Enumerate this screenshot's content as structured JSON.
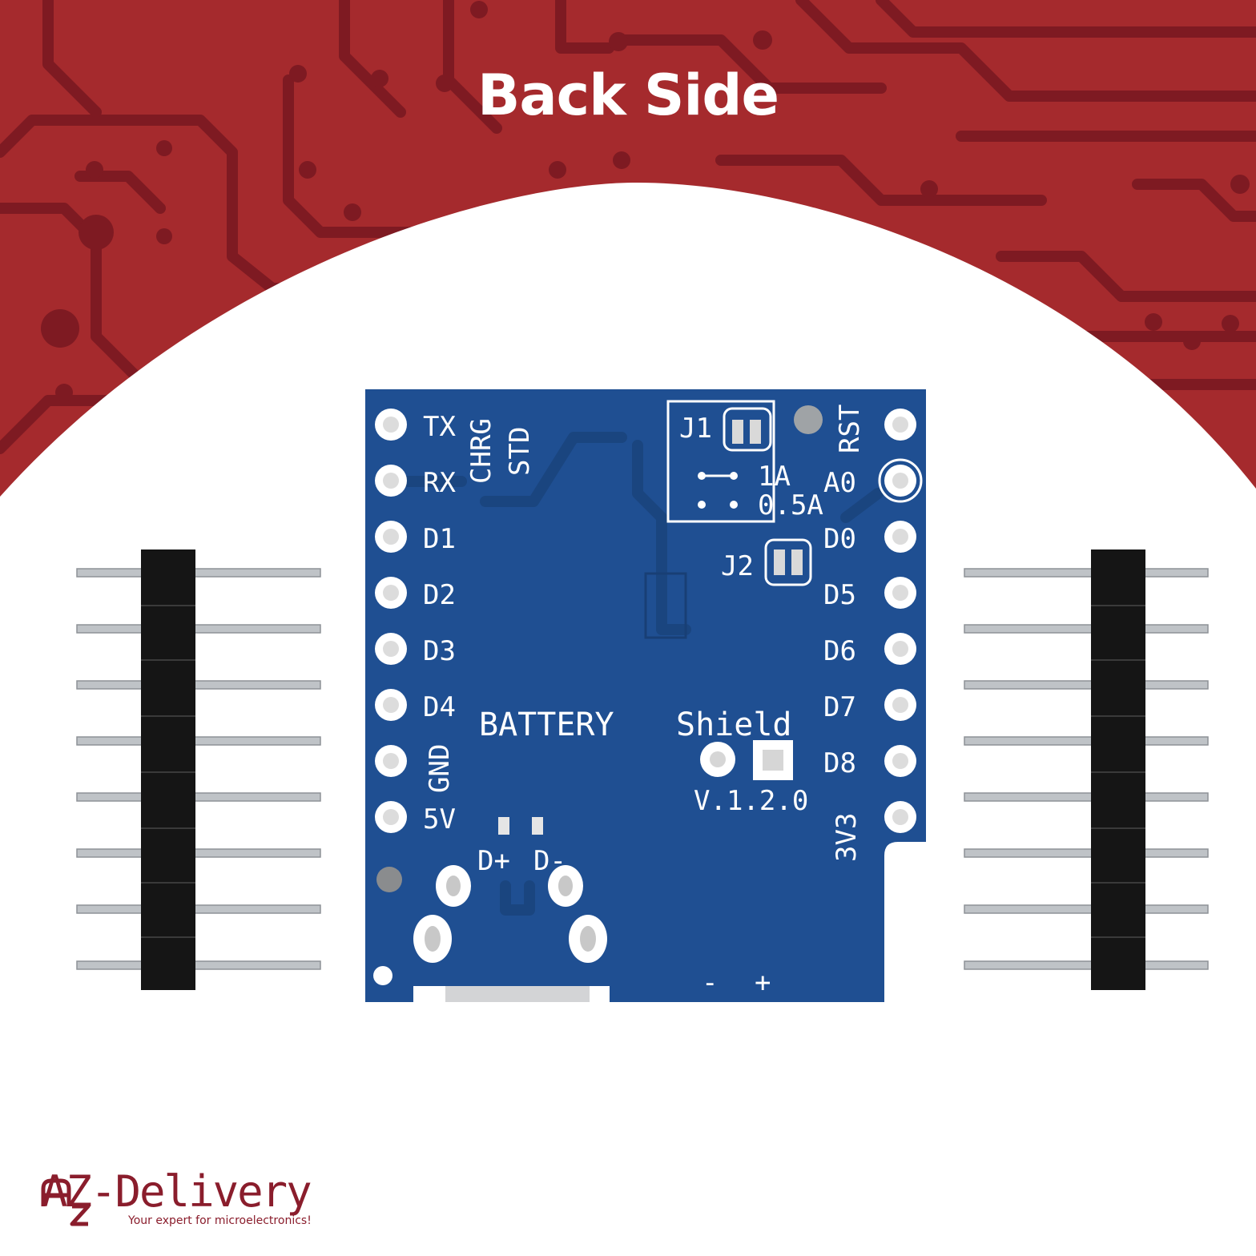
{
  "page": {
    "title": "Back Side"
  },
  "colors": {
    "red": "#a52a2d",
    "trace": "#7e1a22",
    "board": "#1f4f92",
    "silk": "#ffffff"
  },
  "board": {
    "left_pins": [
      "TX",
      "RX",
      "D1",
      "D2",
      "D3",
      "D4",
      "GND",
      "5V"
    ],
    "right_pins": [
      "RST",
      "A0",
      "D0",
      "D5",
      "D6",
      "D7",
      "D8",
      "3V3"
    ],
    "top_labels": [
      "CHRG",
      "STD"
    ],
    "jumpers": [
      "J1",
      "J2"
    ],
    "current_options": [
      "1A",
      "0.5A"
    ],
    "usb_labels": [
      "D+",
      "D-"
    ],
    "name_left": "BATTERY",
    "name_right": "Shield",
    "version": "V.1.2.0",
    "polarity": [
      "-",
      "+"
    ]
  },
  "brand": {
    "name": "AZ-Delivery",
    "tagline": "Your expert for microelectronics!"
  }
}
